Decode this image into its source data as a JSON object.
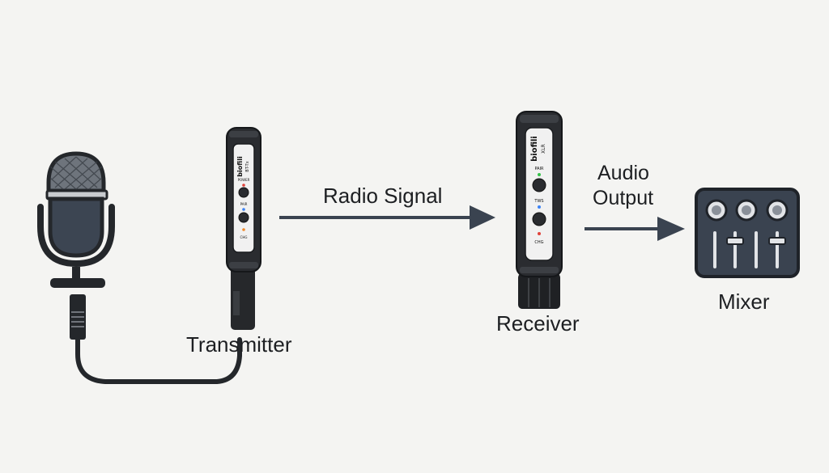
{
  "labels": {
    "radio_signal": "Radio Signal",
    "audio_output_line1": "Audio",
    "audio_output_line2": "Output",
    "transmitter": "Transmitter",
    "receiver": "Receiver",
    "mixer": "Mixer"
  },
  "transmitter_device": {
    "brand": "biofili",
    "model": "BT-Tx",
    "buttons": [
      {
        "label": "POWER",
        "led_color": "#e0423a"
      },
      {
        "label": "PAIR",
        "led_color": "#3b82f6"
      },
      {
        "label": "CHG",
        "led_color": "#f08a2b"
      }
    ]
  },
  "receiver_device": {
    "brand": "biofili",
    "model": "XLR",
    "buttons": [
      {
        "label": "PAIR",
        "led_color": "#35c24a"
      },
      {
        "label": "TWS",
        "led_color": "#3b82f6"
      },
      {
        "label": "CHG",
        "led_color": "#e0423a"
      }
    ]
  },
  "colors": {
    "arrow": "#3a4350",
    "device_body": "#2a2c30",
    "mixer_panel": "#3a4350",
    "mic_head": "#3c4552"
  }
}
